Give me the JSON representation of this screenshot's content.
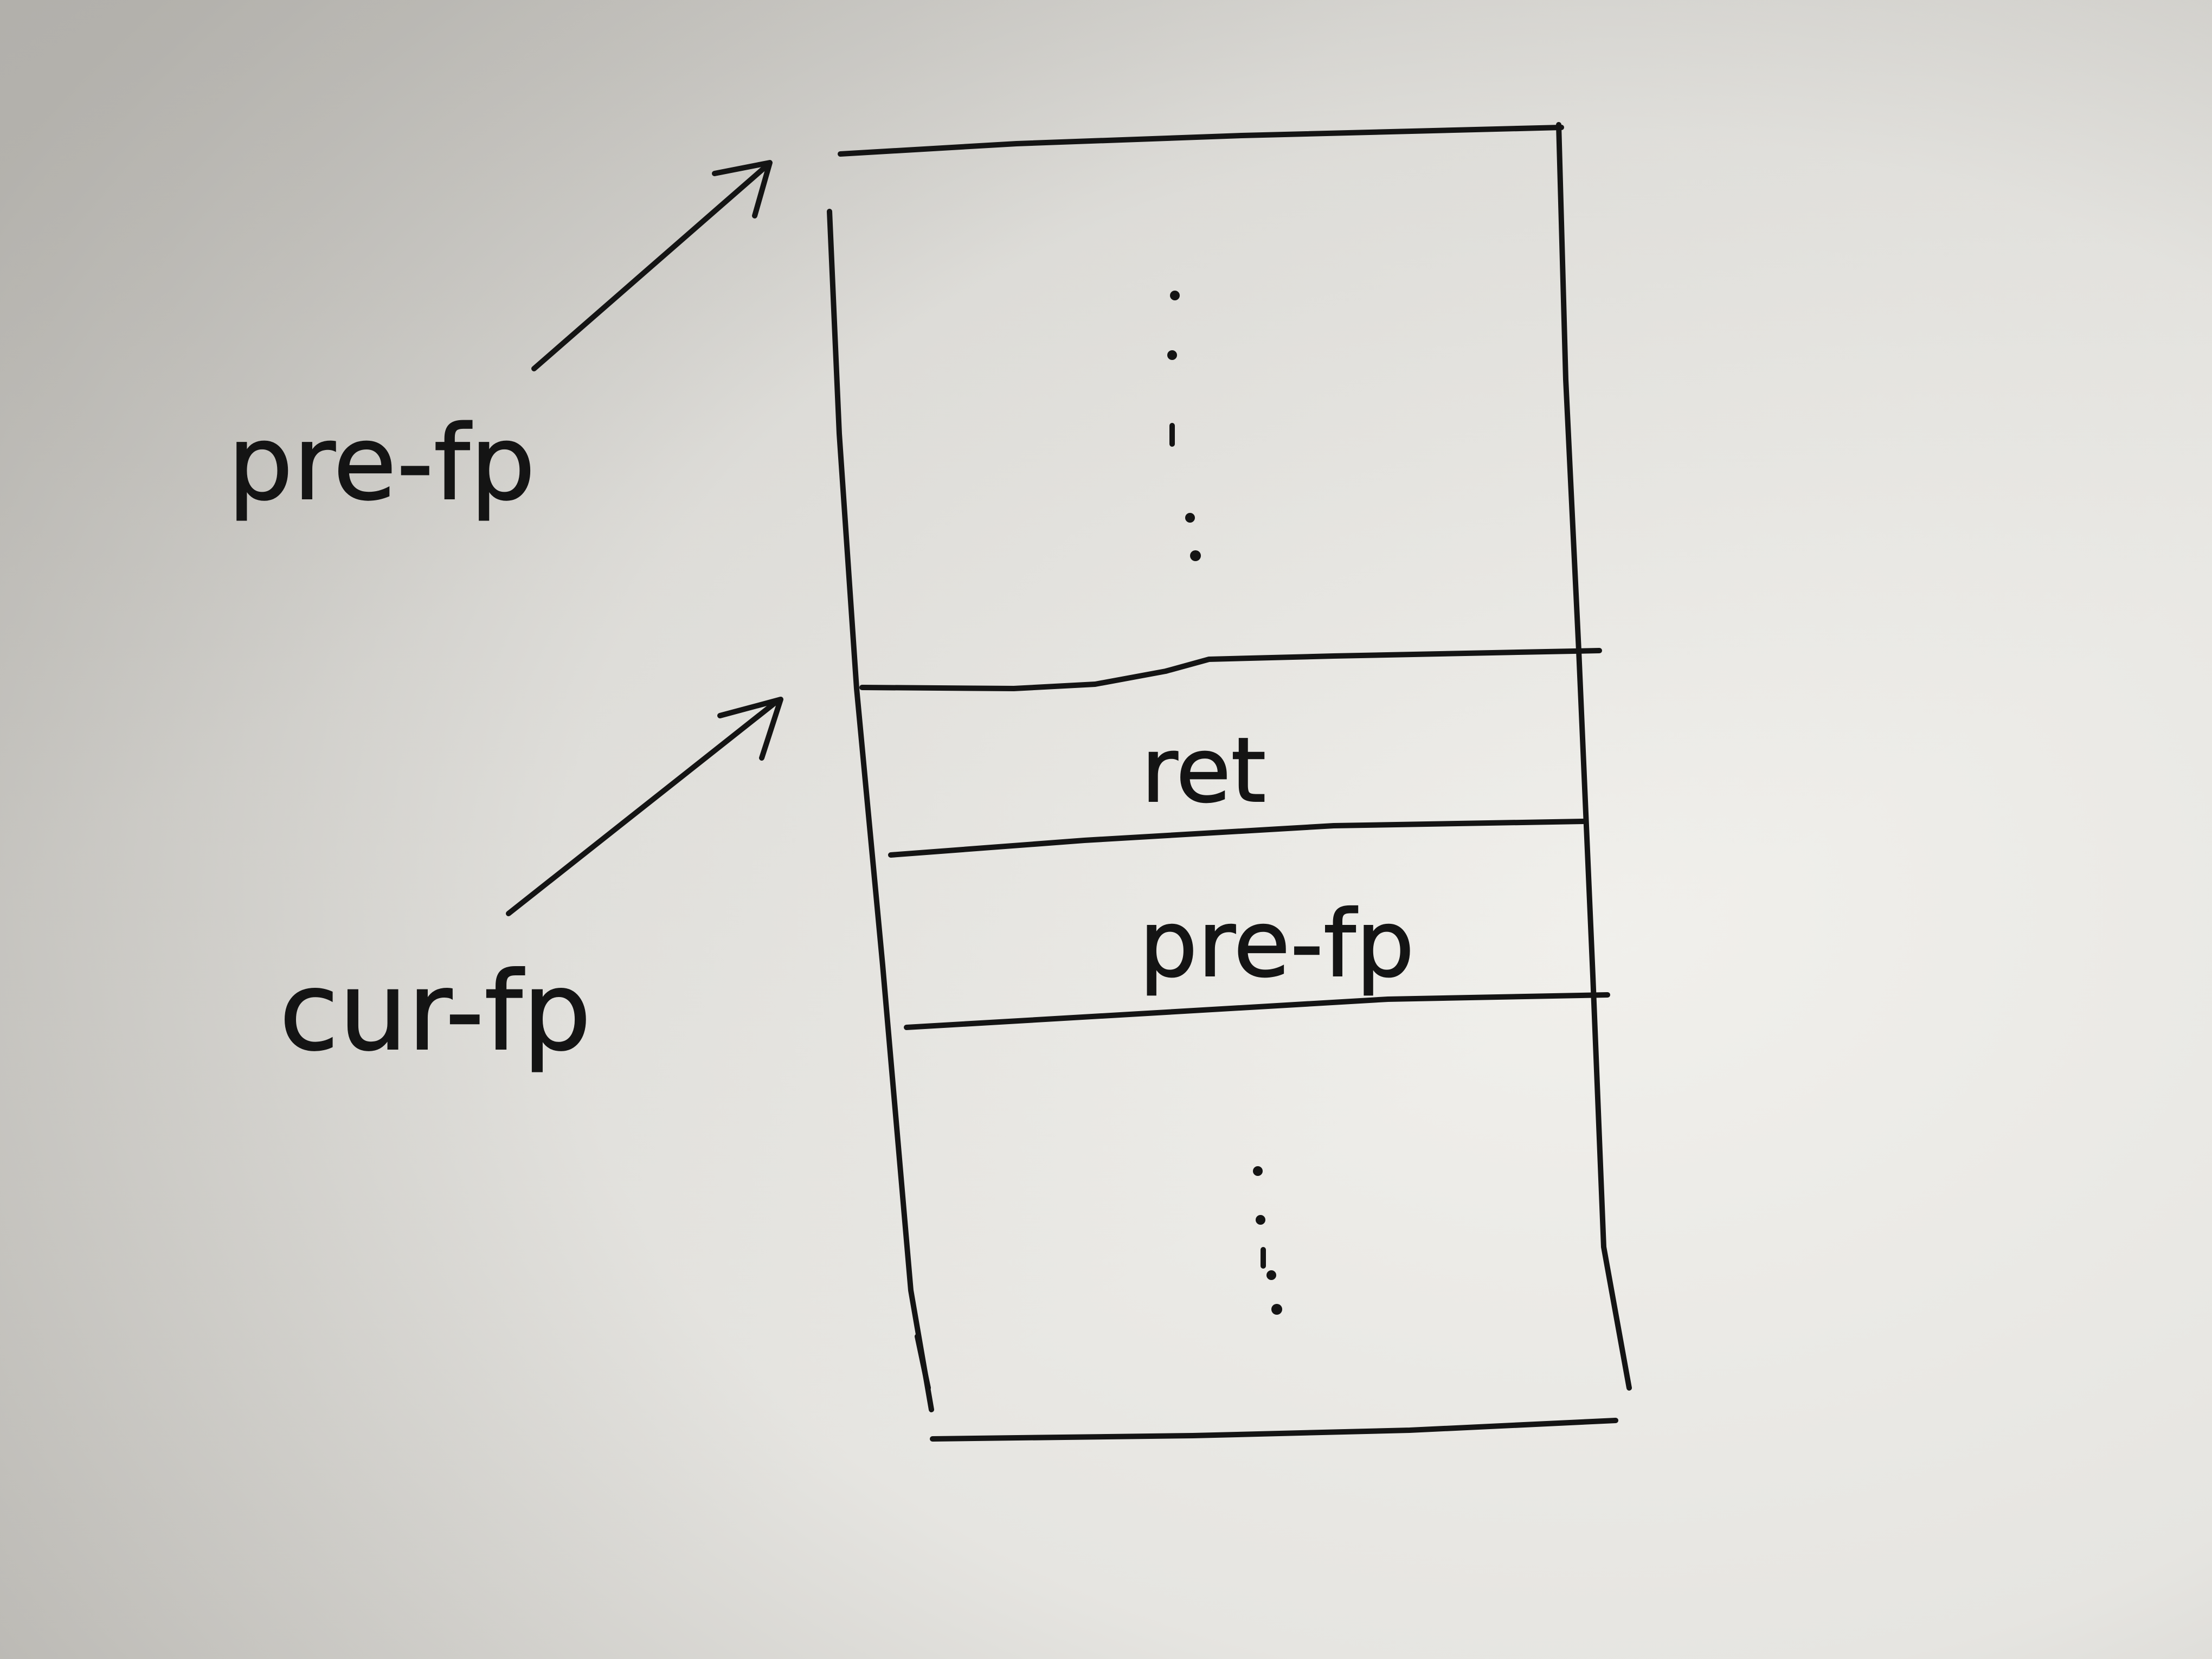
{
  "diagram": {
    "pointers": [
      {
        "label": "pre-fp"
      },
      {
        "label": "cur-fp"
      }
    ],
    "stack": {
      "slots": [
        {
          "label": "ret"
        },
        {
          "label": "pre-fp"
        }
      ]
    }
  },
  "colors": {
    "ink": "#141414",
    "paper_light": "#f1f0ec",
    "paper_shadow": "#b9b7b2"
  }
}
